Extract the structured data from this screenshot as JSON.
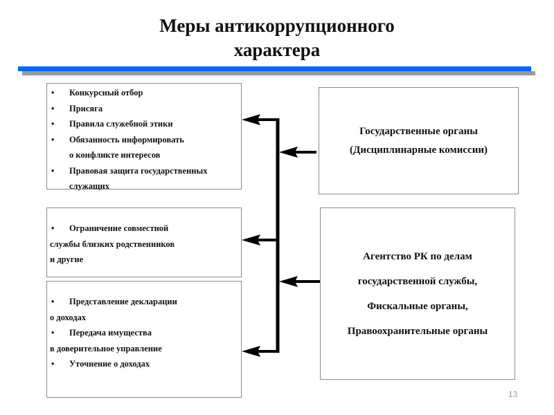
{
  "slide": {
    "title_lines": [
      "Меры антикоррупционного",
      "характера"
    ],
    "page_number": "13",
    "accent_color": "#0066ff"
  },
  "left_boxes": [
    {
      "items": [
        {
          "bullet": "•",
          "text": "Конкурсный отбор"
        },
        {
          "bullet": "•",
          "text": "Присяга"
        },
        {
          "bullet": "•",
          "text": "Правила служебной этики"
        },
        {
          "bullet": "•",
          "text": "Обязанность информировать"
        },
        {
          "bullet": "",
          "text": "о конфликте интересов"
        },
        {
          "bullet": "•",
          "text": "Правовая защита государственных"
        },
        {
          "bullet": "",
          "text": "служащих"
        }
      ]
    },
    {
      "lines": [
        {
          "bullet": "•",
          "text": "Ограничение совместной"
        },
        {
          "bullet": "",
          "text": "службы  близких родственников"
        },
        {
          "bullet": "",
          "text": "и другие"
        }
      ]
    },
    {
      "lines": [
        {
          "bullet": "•",
          "text": "Представление декларации"
        },
        {
          "bullet": "",
          "text": "о доходах"
        },
        {
          "bullet": "•",
          "text": "Передача имущества"
        },
        {
          "bullet": "",
          "text": "в доверительное управление"
        },
        {
          "bullet": "•",
          "text": "Уточнение о доходах"
        }
      ]
    }
  ],
  "right_boxes": [
    {
      "lines": [
        "Государственные органы",
        "(Дисциплинарные комиссии)"
      ]
    },
    {
      "lines": [
        "Агентство РК по делам",
        "государственной службы,",
        "Фискальные органы,",
        "Правоохранительные органы"
      ]
    }
  ]
}
